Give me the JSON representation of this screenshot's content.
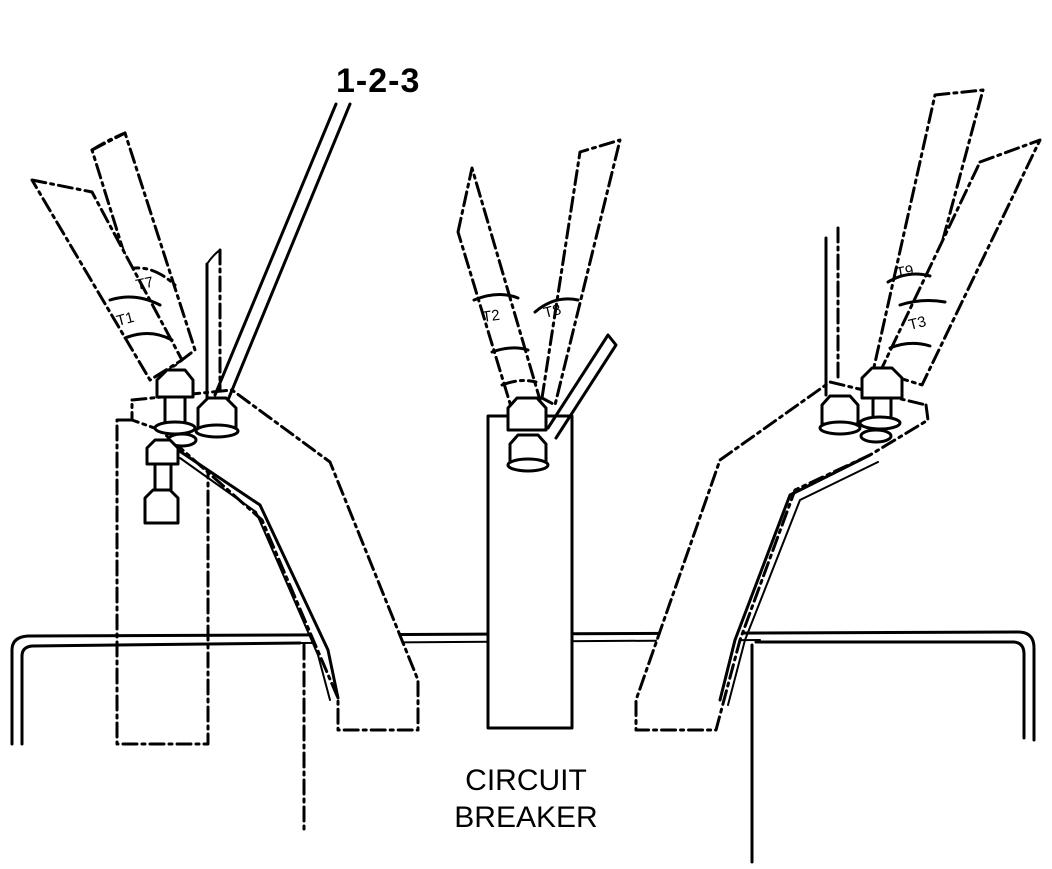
{
  "callout": {
    "label": "1-2-3"
  },
  "breaker": {
    "line1": "CIRCUIT",
    "line2": "BREAKER"
  },
  "cables": {
    "left": {
      "upper": "T7",
      "lower": "T1"
    },
    "center": {
      "left": "T2",
      "right": "T8"
    },
    "right": {
      "upper": "T9",
      "lower": "T3"
    }
  },
  "colors": {
    "ink": "#000000",
    "paper": "#ffffff"
  }
}
